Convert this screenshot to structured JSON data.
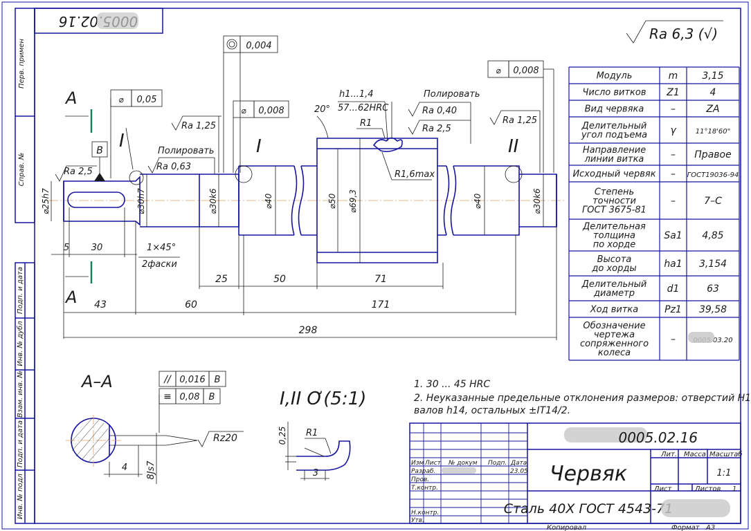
{
  "stamp_top": "0005.02.16",
  "roughness_general": "Ra 6,3 (√)",
  "side_labels": [
    "Перв. примен",
    "Справ. №",
    "Подп. и дата",
    "Инв. № дубл",
    "Взам. инв. №",
    "Подп. и дата",
    "Инв. № подл"
  ],
  "section_label_a": "A",
  "datum_b": "B",
  "tolerances": {
    "runout_left": "0,05",
    "coaxial": "0,004",
    "runout_mid": "0,008",
    "runout_right": "0,008"
  },
  "surface": {
    "ra25_left": "Ra 2,5",
    "ra125_a": "Ra 1,25",
    "ra063": "Ra 0,63",
    "polish_a": "Полировать",
    "polish_b": "Полировать",
    "ra040": "Ra 0,40",
    "ra25_worm": "Ra 2,5",
    "ra125_b": "Ra 1,25"
  },
  "hardness": {
    "h": "h1...1,4",
    "hrc": "57...62HRC",
    "r1": "R1",
    "r16": "R1,6max",
    "angle": "20°"
  },
  "callouts": {
    "i1": "I",
    "i2": "I",
    "ii": "II"
  },
  "diameters": [
    "⌀25h7",
    "⌀30h7",
    "⌀30k6",
    "⌀40",
    "⌀50",
    "⌀69,3",
    "⌀40",
    "⌀30k6"
  ],
  "dims": {
    "d5": "5",
    "d30": "30",
    "chamfer": "1×45°",
    "chamfer2": "2фаски",
    "d25": "25",
    "d50": "50",
    "d71": "71",
    "d43": "43",
    "d60": "60",
    "d171": "171",
    "d298": "298"
  },
  "section_aa": {
    "title": "A–A",
    "par": "0,016",
    "sym": "0,08",
    "datum": "B",
    "rz": "Rz20",
    "d4": "4",
    "js": "8Js7"
  },
  "detail": {
    "title": "I,II Ơ(5:1)",
    "r1": "R1",
    "h": "0,25",
    "w": "3"
  },
  "notes": [
    "1. 30 ... 45 HRC",
    "2. Неуказанные предельные отклонения размеров: отверстий H14,",
    "валов h14, остальных ±IT14/2."
  ],
  "params_table": [
    {
      "name": [
        "Модуль"
      ],
      "sym": "m",
      "val": "3,15"
    },
    {
      "name": [
        "Число витков"
      ],
      "sym": "Z1",
      "val": "4"
    },
    {
      "name": [
        "Вид червяка"
      ],
      "sym": "–",
      "val": "ZA"
    },
    {
      "name": [
        "Делительный",
        "угол подъема"
      ],
      "sym": "γ",
      "val": "11°18'60\""
    },
    {
      "name": [
        "Направление",
        "линии витка"
      ],
      "sym": "–",
      "val": "Правое"
    },
    {
      "name": [
        "Исходный червяк"
      ],
      "sym": "–",
      "val": "ГОСТ19036-94"
    },
    {
      "name": [
        "Степень",
        "точности",
        "ГОСТ 3675-81"
      ],
      "sym": "–",
      "val": "7–C"
    },
    {
      "name": [
        "Делительная",
        "толщина",
        "по хорде"
      ],
      "sym": "Sa1",
      "val": "4,85"
    },
    {
      "name": [
        "Высота",
        "до хорды"
      ],
      "sym": "ha1",
      "val": "3,154"
    },
    {
      "name": [
        "Делительный",
        "диаметр"
      ],
      "sym": "d1",
      "val": "63"
    },
    {
      "name": [
        "Ход витка"
      ],
      "sym": "Pz1",
      "val": "39,58"
    },
    {
      "name": [
        "Обозначение",
        "чертежа",
        "сопряженного",
        "колеса"
      ],
      "sym": "–",
      "val": "0005.03.20"
    }
  ],
  "title_block": {
    "doc_number": "0005.02.16",
    "name": "Червяк",
    "material": "Сталь 40Х ГОСТ 4543-71",
    "headers": [
      "Изм",
      "Лист",
      "№ докум",
      "Подп.",
      "Дата"
    ],
    "roles": [
      "Разраб.",
      "Пров.",
      "Т.контр.",
      "Н.контр.",
      "Утв."
    ],
    "date": "23.05",
    "lit": "Лит.",
    "mass": "Масса",
    "scale": "Масштаб",
    "scale_val": "1:1",
    "sheet": "Лист",
    "sheets": "Листов",
    "sheets_val": "1",
    "copied": "Копировал",
    "format": "Формат",
    "format_val": "А3"
  }
}
